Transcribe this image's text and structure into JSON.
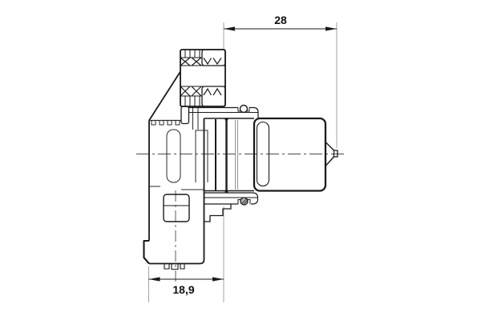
{
  "drawing": {
    "kind": "engineering-cross-section-side-view",
    "dimensions": {
      "top": {
        "label": "28"
      },
      "bottom": {
        "label": "18,9"
      }
    },
    "colors": {
      "line": "#1a1a1a",
      "thin_line": "#2a2a2a",
      "centerline": "#4a4a4a",
      "extension_line": "#9a9a9a",
      "background": "#ffffff",
      "text": "#111111"
    }
  }
}
